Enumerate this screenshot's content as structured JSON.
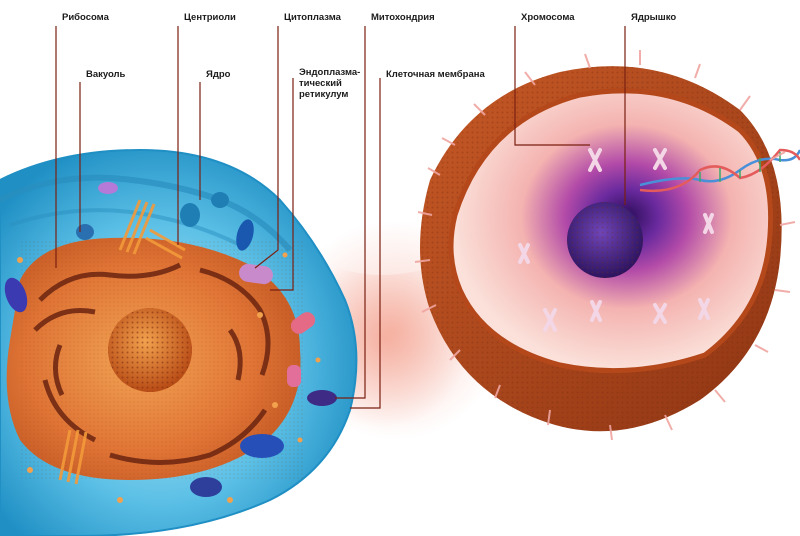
{
  "labels": {
    "ribosome": "Рибосома",
    "vacuole": "Вакуоль",
    "centrioles": "Центриоли",
    "nucleus": "Ядро",
    "cytoplasm": "Цитоплазма",
    "er": "Эндоплазма-тический ретикулум",
    "mitochondria": "Митохондрия",
    "cell_membrane": "Клеточная мембрана",
    "chromosome": "Хромосома",
    "nucleolus": "Ядрышко"
  },
  "colors": {
    "cytoplasm_blue": "#35a9d6",
    "nucleus_orange": "#e8692a",
    "nucleolus_purple": "#5a2a8c",
    "leader_line": "#7a1f10"
  }
}
